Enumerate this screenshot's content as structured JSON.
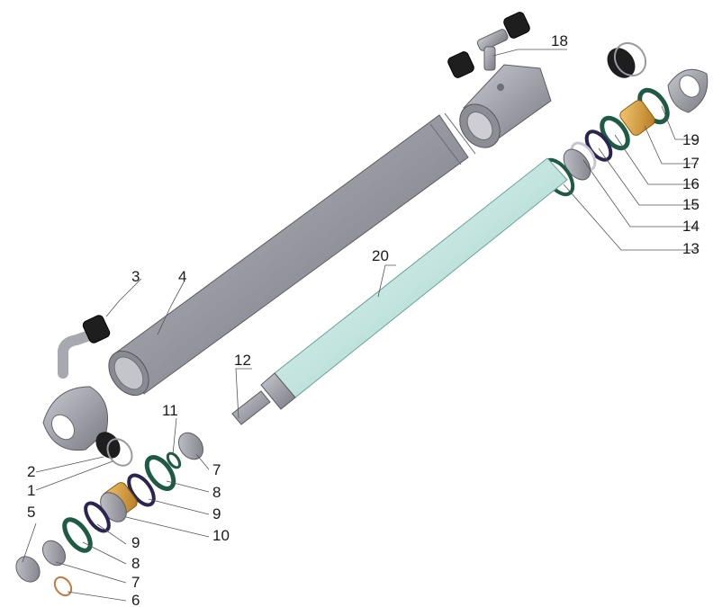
{
  "callouts": {
    "c1": "1",
    "c2": "2",
    "c3": "3",
    "c4": "4",
    "c5": "5",
    "c6": "6",
    "c7a": "7",
    "c7b": "7",
    "c8a": "8",
    "c8b": "8",
    "c9a": "9",
    "c9b": "9",
    "c10": "10",
    "c11": "11",
    "c12": "12",
    "c13": "13",
    "c14": "14",
    "c15": "15",
    "c16": "16",
    "c17": "17",
    "c18": "18",
    "c19": "19",
    "c20": "20"
  },
  "colors": {
    "metal": "#9c9ca4",
    "metal_dark": "#6f6f78",
    "rod": "#c5e6e2",
    "seal_green": "#1f5a44",
    "seal_blue": "#2a2450",
    "bronze": "#d9a040",
    "copper": "#c8783c",
    "rubber": "#1e1e1e"
  }
}
